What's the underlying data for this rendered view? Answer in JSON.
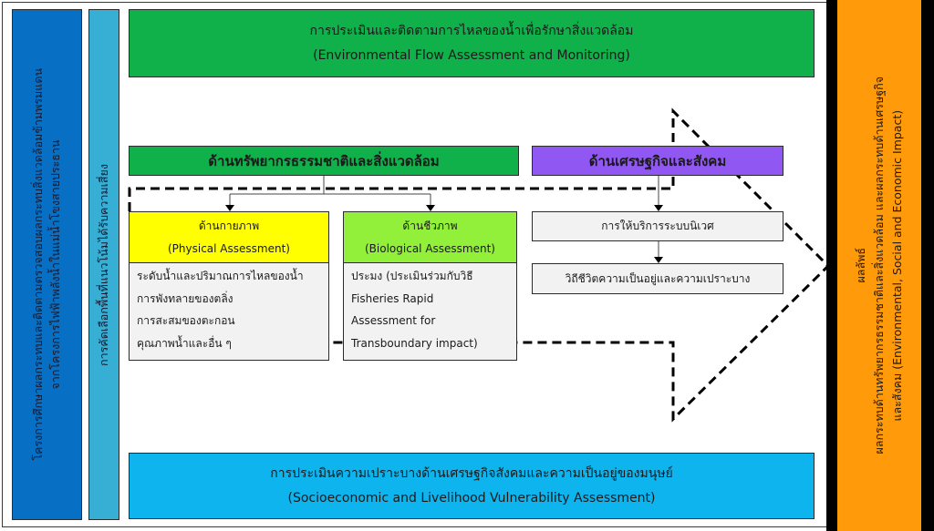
{
  "left_columns": {
    "project": {
      "line1": "โครงการศึกษาผลกระทบและติดตามตรวจสอบผลกระทบสิ่งแวดล้อมข้ามพรมแดน",
      "line2": "จากโครงการไฟฟ้าพลังน้ำในแม่น้ำโขงสายประธาน"
    },
    "site_selection": "การคัดเลือกพื้นที่แนวโน้มได้รับความเสี่ยง"
  },
  "top_banner": {
    "thai": "การประเมินและติดตามการไหลของน้ำเพื่อรักษาสิ่งแวดล้อม",
    "english": "(Environmental Flow Assessment and Monitoring)"
  },
  "natural_resources": {
    "title": "ด้านทรัพยากรธรรมชาติและสิ่งแวดล้อม",
    "physical": {
      "thai": "ด้านกายภาพ",
      "english": "(Physical Assessment)",
      "items": [
        "ระดับน้ำและปริมาณการไหลของน้ำ",
        "การพังทลายของตลิ่ง",
        "การสะสมของตะกอน",
        "คุณภาพน้ำและอื่น ๆ"
      ]
    },
    "biological": {
      "thai": "ด้านชีวภาพ",
      "english": "(Biological Assessment)",
      "items": [
        "ประมง (ประเมินร่วมกับวิธี",
        "Fisheries Rapid",
        "Assessment for",
        "Transboundary impact)"
      ]
    }
  },
  "socioeconomic": {
    "title": "ด้านเศรษฐกิจและสังคม",
    "steps": [
      "การให้บริการระบบนิเวศ",
      "วิถีชีวิตความเป็นอยู่และความเปราะบาง"
    ]
  },
  "bottom_banner": {
    "thai": "การประเมินความเปราะบางด้านเศรษฐกิจสังคมและความเป็นอยู่ของมนุษย์",
    "english": "(Socioeconomic and Livelihood Vulnerability Assessment)"
  },
  "output": {
    "title": "ผลลัพธ์",
    "line1": "ผลกระทบด้านทรัพยากรธรรมชาติและสิ่งแวดล้อม และผลกระทบด้านเศรษฐกิจ",
    "line2": "และสังคม (Environmental, Social and Economic Impact)"
  },
  "colors": {
    "project_blue": "#0870c4",
    "selection_blue": "#37aed4",
    "green": "#10b04a",
    "purple": "#9157f2",
    "yellow": "#ffff00",
    "lime": "#92f03a",
    "sky_blue": "#0db4ee",
    "orange": "#ff9b0a"
  }
}
